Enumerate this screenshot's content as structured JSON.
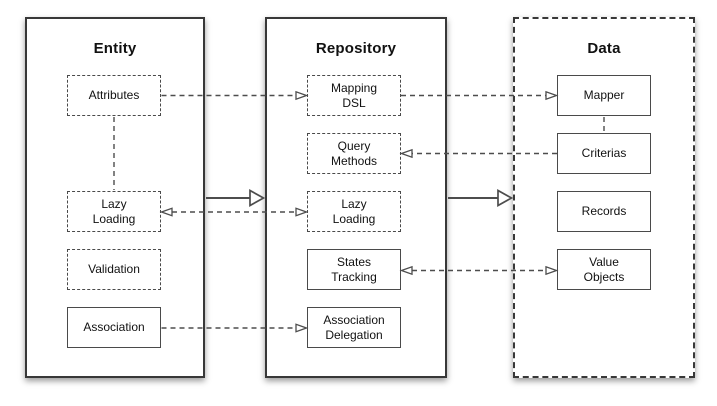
{
  "colors": {
    "background": "#ffffff",
    "line": "#4d4d4d",
    "box_border": "#4a4a4a",
    "container_border": "#383838",
    "text": "#111111"
  },
  "columns": [
    {
      "title": "Entity",
      "border_style": "solid",
      "boxes": [
        {
          "label": "Attributes",
          "style": "dashed"
        },
        {
          "label": "Lazy\nLoading",
          "style": "dashed"
        },
        {
          "label": "Validation",
          "style": "dashed"
        },
        {
          "label": "Association",
          "style": "solid"
        }
      ]
    },
    {
      "title": "Repository",
      "border_style": "solid",
      "boxes": [
        {
          "label": "Mapping\nDSL",
          "style": "dashed"
        },
        {
          "label": "Query\nMethods",
          "style": "dashed"
        },
        {
          "label": "Lazy\nLoading",
          "style": "dashed"
        },
        {
          "label": "States\nTracking",
          "style": "solid"
        },
        {
          "label": "Association\nDelegation",
          "style": "solid"
        }
      ]
    },
    {
      "title": "Data",
      "border_style": "dashed",
      "boxes": [
        {
          "label": "Mapper",
          "style": "solid"
        },
        {
          "label": "Criterias",
          "style": "solid"
        },
        {
          "label": "Records",
          "style": "solid"
        },
        {
          "label": "Value\nObjects",
          "style": "solid"
        }
      ]
    }
  ],
  "connectors": [
    {
      "from": "Attributes",
      "to": "Mapping DSL",
      "type": "dashed",
      "arrowheads": "to"
    },
    {
      "from": "Mapping DSL",
      "to": "Mapper",
      "type": "dashed",
      "arrowheads": "to"
    },
    {
      "from": "Criterias",
      "to": "Query Methods",
      "type": "dashed",
      "arrowheads": "to"
    },
    {
      "from": "Lazy Loading (Entity)",
      "to": "Lazy Loading (Repository)",
      "type": "dashed",
      "arrowheads": "both"
    },
    {
      "from": "States Tracking",
      "to": "Value Objects",
      "type": "dashed",
      "arrowheads": "both"
    },
    {
      "from": "Association",
      "to": "Association Delegation",
      "type": "dashed",
      "arrowheads": "to"
    },
    {
      "from": "Attributes",
      "to": "Lazy Loading (Entity)",
      "type": "dashed",
      "arrowheads": "none"
    },
    {
      "from": "Mapper",
      "to": "Criterias",
      "type": "dashed",
      "arrowheads": "none"
    },
    {
      "from": "Entity",
      "to": "Repository",
      "type": "solid-open-triangle",
      "arrowheads": "to"
    },
    {
      "from": "Repository",
      "to": "Data",
      "type": "solid-open-triangle",
      "arrowheads": "to"
    }
  ]
}
